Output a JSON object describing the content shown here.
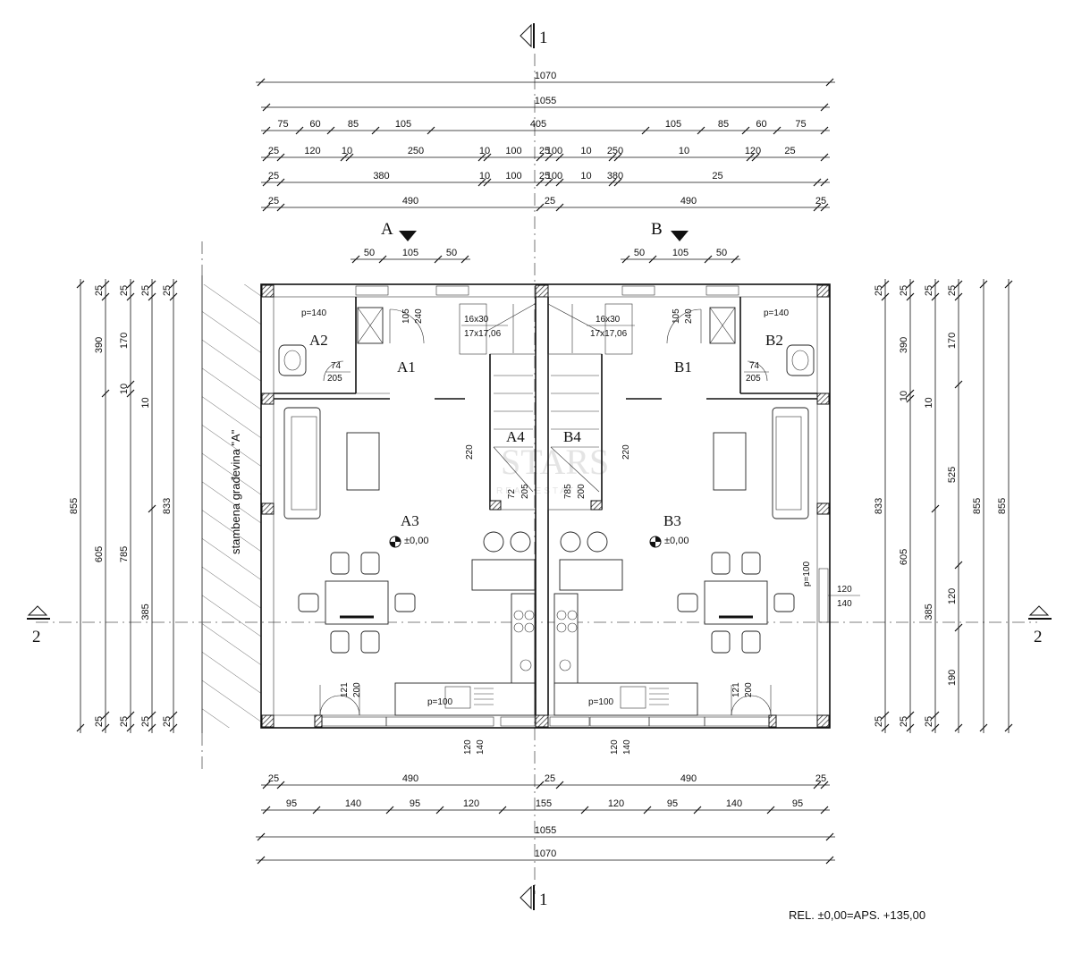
{
  "section_markers": {
    "top": "1",
    "bottom": "1",
    "left": "2",
    "right": "2",
    "cut_a": "A",
    "cut_b": "B"
  },
  "top_dims": {
    "r1": [
      "1070"
    ],
    "r2": [
      "1055"
    ],
    "r3": [
      "75",
      "60",
      "85",
      "105",
      "405",
      "105",
      "85",
      "60",
      "75"
    ],
    "r4": [
      "25",
      "120",
      "10",
      "250",
      "10",
      "100",
      "25",
      "100",
      "10",
      "250",
      "10",
      "120",
      "25"
    ],
    "r5": [
      "25",
      "380",
      "10",
      "100",
      "25",
      "100",
      "10",
      "380",
      "25"
    ],
    "r6": [
      "25",
      "490",
      "25",
      "490",
      "25"
    ],
    "a_dims": [
      "50",
      "105",
      "50"
    ],
    "b_dims": [
      "50",
      "105",
      "50"
    ]
  },
  "bottom_dims": {
    "r1": [
      "25",
      "490",
      "25",
      "490",
      "25"
    ],
    "r2": [
      "95",
      "140",
      "95",
      "120",
      "155",
      "120",
      "95",
      "140",
      "95"
    ],
    "r3": [
      "1055"
    ],
    "r4": [
      "1070"
    ]
  },
  "left_dims": {
    "c1": [
      "855"
    ],
    "c2": [
      "25",
      "390",
      "605",
      "25"
    ],
    "c3": [
      "25",
      "170",
      "10",
      "785",
      "25"
    ],
    "c4": [
      "25",
      "10",
      "385",
      "25"
    ],
    "c5": [
      "25",
      "833",
      "25"
    ]
  },
  "right_dims": {
    "c1": [
      "25",
      "833",
      "25"
    ],
    "c2": [
      "25",
      "390",
      "10",
      "605",
      "25"
    ],
    "c3": [
      "25",
      "10",
      "385",
      "25"
    ],
    "c4": [
      "25",
      "170",
      "525",
      "120",
      "190"
    ],
    "c5": [
      "855"
    ],
    "c6": [
      "855"
    ]
  },
  "rooms": {
    "a1": "A1",
    "a2": "A2",
    "a3": "A3",
    "a4": "A4",
    "b1": "B1",
    "b2": "B2",
    "b3": "B3",
    "b4": "B4"
  },
  "labels": {
    "p140_a": "p=140",
    "p140_b": "p=140",
    "p100_a": "p=100",
    "p100_b": "p=100",
    "p100_side": "p=100",
    "stair_a1": "16x30",
    "stair_a2": "17x17,06",
    "stair_b1": "16x30",
    "stair_b2": "17x17,06",
    "lvl_a": "±0,00",
    "lvl_b": "±0,00",
    "d74_a": "74",
    "d205_a": "205",
    "d74_b": "74",
    "d205_b": "205",
    "d105_a": "105",
    "d240_a": "240",
    "d105_b": "105",
    "d240_b": "240",
    "d220_a": "220",
    "d220_b": "220",
    "d72": "72",
    "d205_c": "205",
    "d785": "785",
    "d200": "200",
    "d121_a": "121",
    "d200_a": "200",
    "d121_b": "121",
    "d200_b": "200",
    "d120_140_l1": "120",
    "d120_140_l2": "140",
    "d120_140_r1": "120",
    "d120_140_r2": "140",
    "win_r1": "120",
    "win_r2": "140",
    "neighbor": "stambena građevina \"A\"",
    "rel_note": "REL. ±0,00=APS. +135,00"
  },
  "watermark": {
    "main": "STARS",
    "sub": "REAL ESTATE"
  }
}
